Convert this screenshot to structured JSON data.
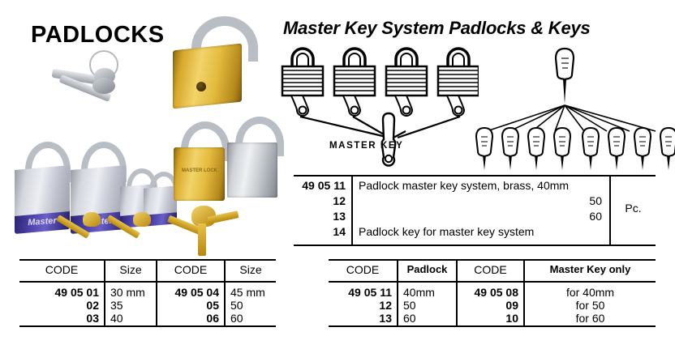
{
  "page": {
    "title_left": "PADLOCKS",
    "title_right": "Master Key System Padlocks & Keys"
  },
  "diagram": {
    "master_key_label": "MASTER KEY",
    "left_padlock_count": 4,
    "right_key_count": 8,
    "right_master_key_count": 1
  },
  "photos": {
    "master_brand_label": "Master",
    "brass_label": "MASTER LOCK"
  },
  "table_master_system": {
    "rows": [
      {
        "code": "49 05 11",
        "description": "Padlock master key system, brass, 40mm",
        "size": "",
        "unit": "Pc."
      },
      {
        "code": "12",
        "description": "",
        "size": "50",
        "unit": ""
      },
      {
        "code": "13",
        "description": "",
        "size": "60",
        "unit": ""
      },
      {
        "code": "14",
        "description": "Padlock key for master key system",
        "size": "",
        "unit": ""
      }
    ],
    "unit": "Pc."
  },
  "table_sizes": {
    "headers": [
      "CODE",
      "Size",
      "CODE",
      "Size"
    ],
    "rows": [
      {
        "code1": "49 05 01",
        "size1": "30 mm",
        "code2": "49 05 04",
        "size2": "45 mm"
      },
      {
        "code1": "02",
        "size1": "35",
        "code2": "05",
        "size2": "50"
      },
      {
        "code1": "03",
        "size1": "40",
        "code2": "06",
        "size2": "60"
      }
    ]
  },
  "table_master_key": {
    "headers": [
      "CODE",
      "Padlock",
      "CODE",
      "Master Key only"
    ],
    "rows": [
      {
        "code1": "49 05 11",
        "padlock": "40mm",
        "code2": "49 05 08",
        "master_key": "for 40mm"
      },
      {
        "code1": "12",
        "padlock": "50",
        "code2": "09",
        "master_key": "for 50"
      },
      {
        "code1": "13",
        "padlock": "60",
        "code2": "10",
        "master_key": "for 60"
      }
    ]
  },
  "colors": {
    "brass": "#d8a82a",
    "steel": "#c6cace",
    "master_blue": "#3b3289",
    "ink": "#000000"
  }
}
